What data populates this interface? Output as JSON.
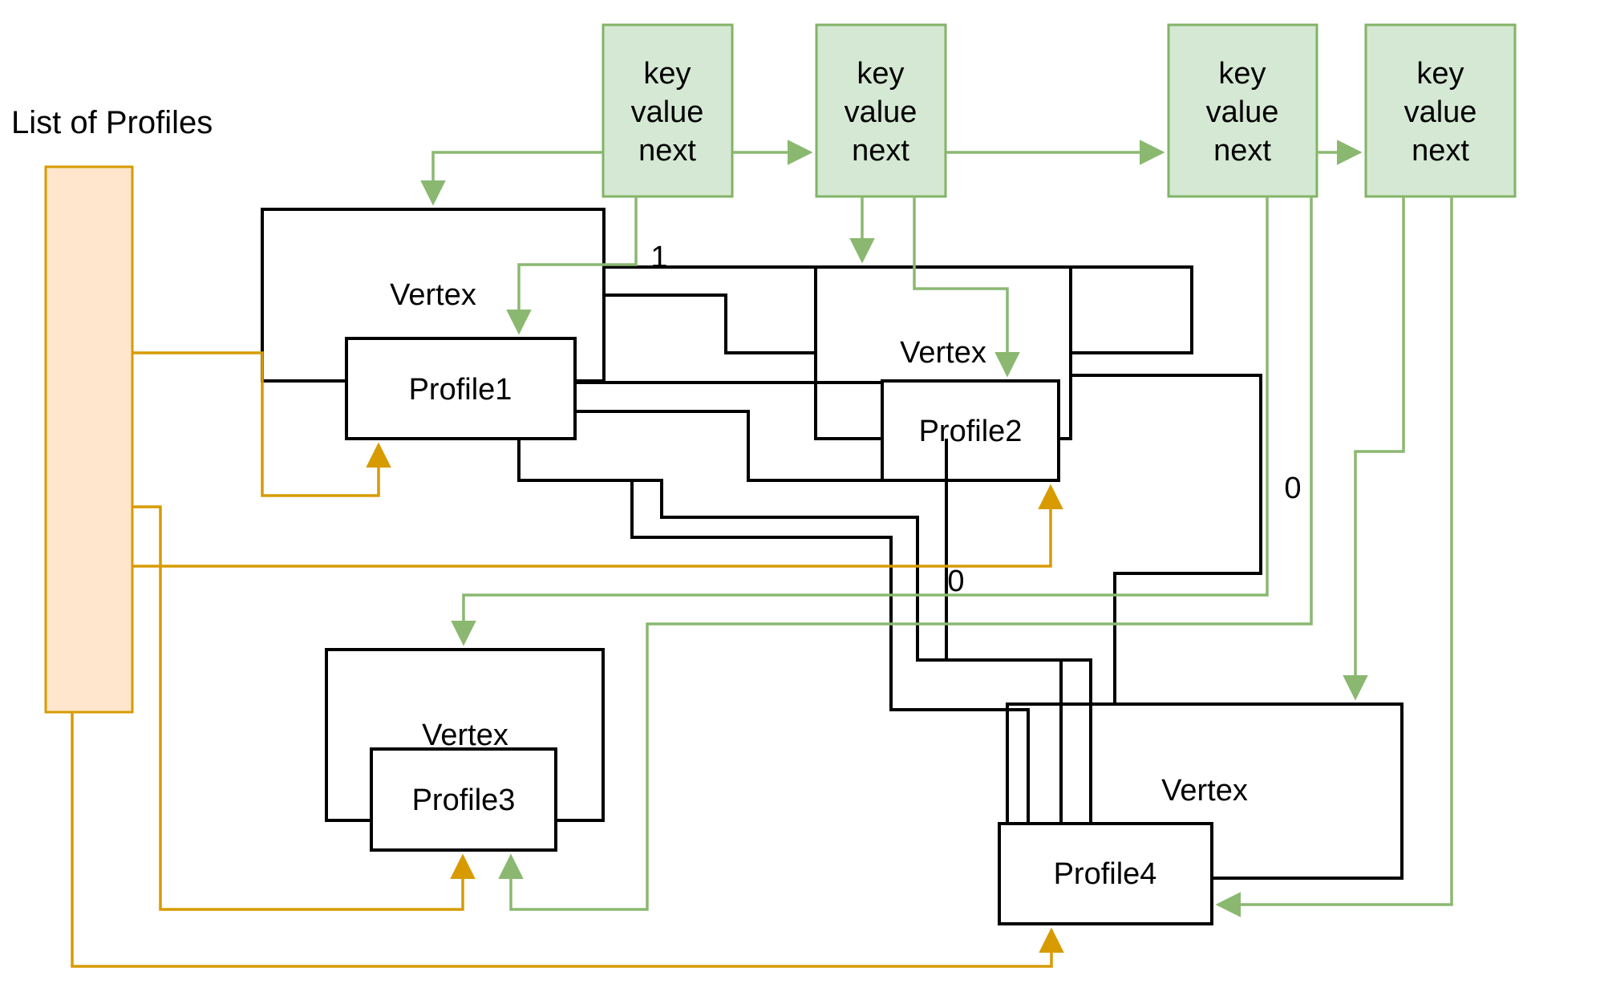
{
  "diagram": {
    "type": "data-structure-diagram",
    "description_visible_text_only": true,
    "list_box": {
      "label": "List of Profiles"
    },
    "hash_nodes": [
      {
        "lines": [
          "key",
          "value",
          "next"
        ]
      },
      {
        "lines": [
          "key",
          "value",
          "next"
        ]
      },
      {
        "lines": [
          "key",
          "value",
          "next"
        ]
      },
      {
        "lines": [
          "key",
          "value",
          "next"
        ]
      }
    ],
    "vertices": [
      {
        "label": "Vertex",
        "profile": "Profile1"
      },
      {
        "label": "Vertex",
        "profile": "Profile2"
      },
      {
        "label": "Vertex",
        "profile": "Profile3"
      },
      {
        "label": "Vertex",
        "profile": "Profile4"
      }
    ],
    "edge_labels": [
      "1",
      "0",
      "0"
    ],
    "colors": {
      "hash_node_fill": "#d5e8d4",
      "hash_node_stroke": "#82b366",
      "green_connector": "#8ab870",
      "orange_connector": "#d79b00",
      "list_fill": "#ffe6cc",
      "list_stroke": "#d79b00",
      "box_stroke": "#000000",
      "background": "#ffffff",
      "text": "#000000"
    }
  }
}
